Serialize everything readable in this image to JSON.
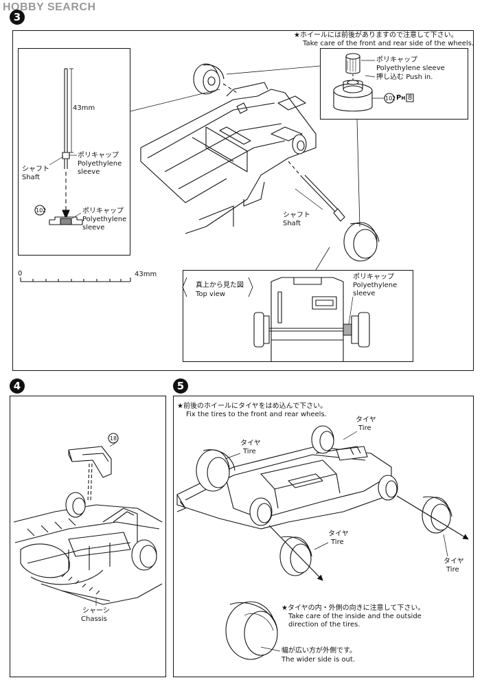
{
  "watermark": "HOBBY SEARCH",
  "step3": {
    "number": "3",
    "note_jp": "★ホイールには前後がありますので注意して下さい。",
    "note_en": "Take care of the front and rear side of the wheels.",
    "length_label": "43mm",
    "polycap_jp": "ポリキャップ",
    "polycap_en": "Polyethylene",
    "polycap_en2": "sleeve",
    "polysleeve_en": "Polyethylene sleeve",
    "pushin_jp": "押し込む",
    "pushin_en": "Push in.",
    "shaft_jp": "シャフト",
    "shaft_en": "Shaft",
    "part_102": "102",
    "ph8": "P",
    "ph8_sub": "H",
    "ph8_num": "8",
    "ruler_start": "0",
    "ruler_end": "43mm",
    "topview_jp": "真上から見た図",
    "topview_en": "Top view"
  },
  "step4": {
    "number": "4",
    "part_18": "18",
    "chassis_jp": "シャーシ",
    "chassis_en": "Chassis"
  },
  "step5": {
    "number": "5",
    "note_jp": "★前後のホイールにタイヤをはめ込んで下さい。",
    "note_en": "Fix the tires to the front and rear wheels.",
    "tire_jp": "タイヤ",
    "tire_en": "Tire",
    "inside_jp": "★タイヤの内・外側の向きに注意して下さい。",
    "inside_en1": "Take care of the inside and the outside",
    "inside_en2": "direction of the tires.",
    "wider_jp": "幅が広い方が外側です。",
    "wider_en": "The wider side is out."
  }
}
